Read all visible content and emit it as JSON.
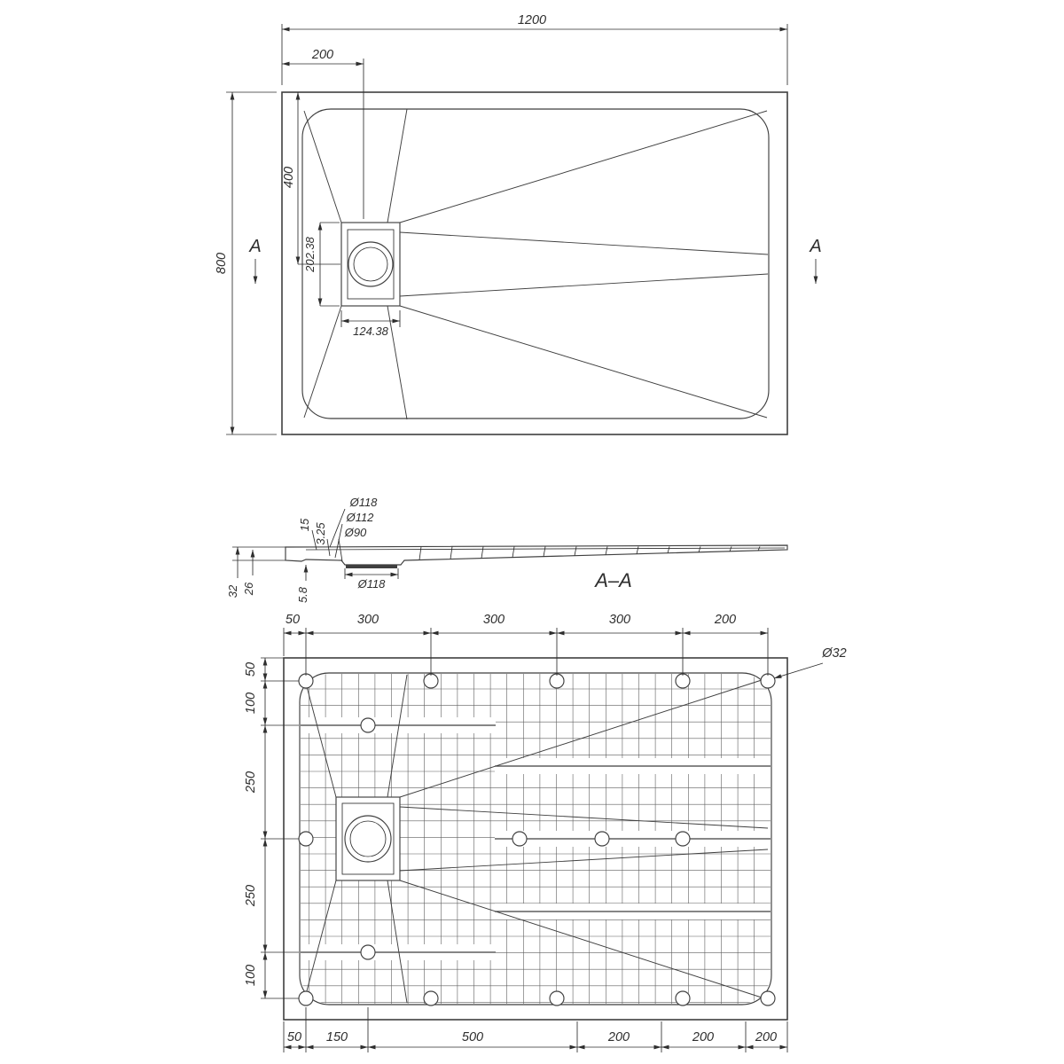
{
  "colors": {
    "line": "#3f3f3f",
    "dim": "#2e2e2e",
    "grid": "#5f5f5f",
    "background": "#ffffff"
  },
  "top_view": {
    "dim_width": "1200",
    "dim_drain_offset": "200",
    "dim_height": "800",
    "dim_drain_center": "400",
    "dim_drain_square_height": "202.38",
    "dim_drain_square_width": "124.38",
    "section_marker_left": "A",
    "section_marker_right": "A"
  },
  "section_view": {
    "title": "A–A",
    "dim_dia_flange": "Ø118",
    "dim_dia_mid": "Ø112",
    "dim_dia_hole": "Ø90",
    "dim_depth_15": "15",
    "dim_depth_3_25": "3.25",
    "dim_height_32": "32",
    "dim_height_26": "26",
    "dim_height_5_8": "5.8",
    "dim_dia_bottom": "Ø118"
  },
  "bottom_view": {
    "top_dims": [
      "50",
      "300",
      "300",
      "300",
      "200"
    ],
    "left_dims": [
      "50",
      "100",
      "250",
      "250",
      "100"
    ],
    "bottom_dims": [
      "50",
      "150",
      "500",
      "200",
      "200",
      "200"
    ],
    "dim_foot_dia": "Ø32"
  }
}
